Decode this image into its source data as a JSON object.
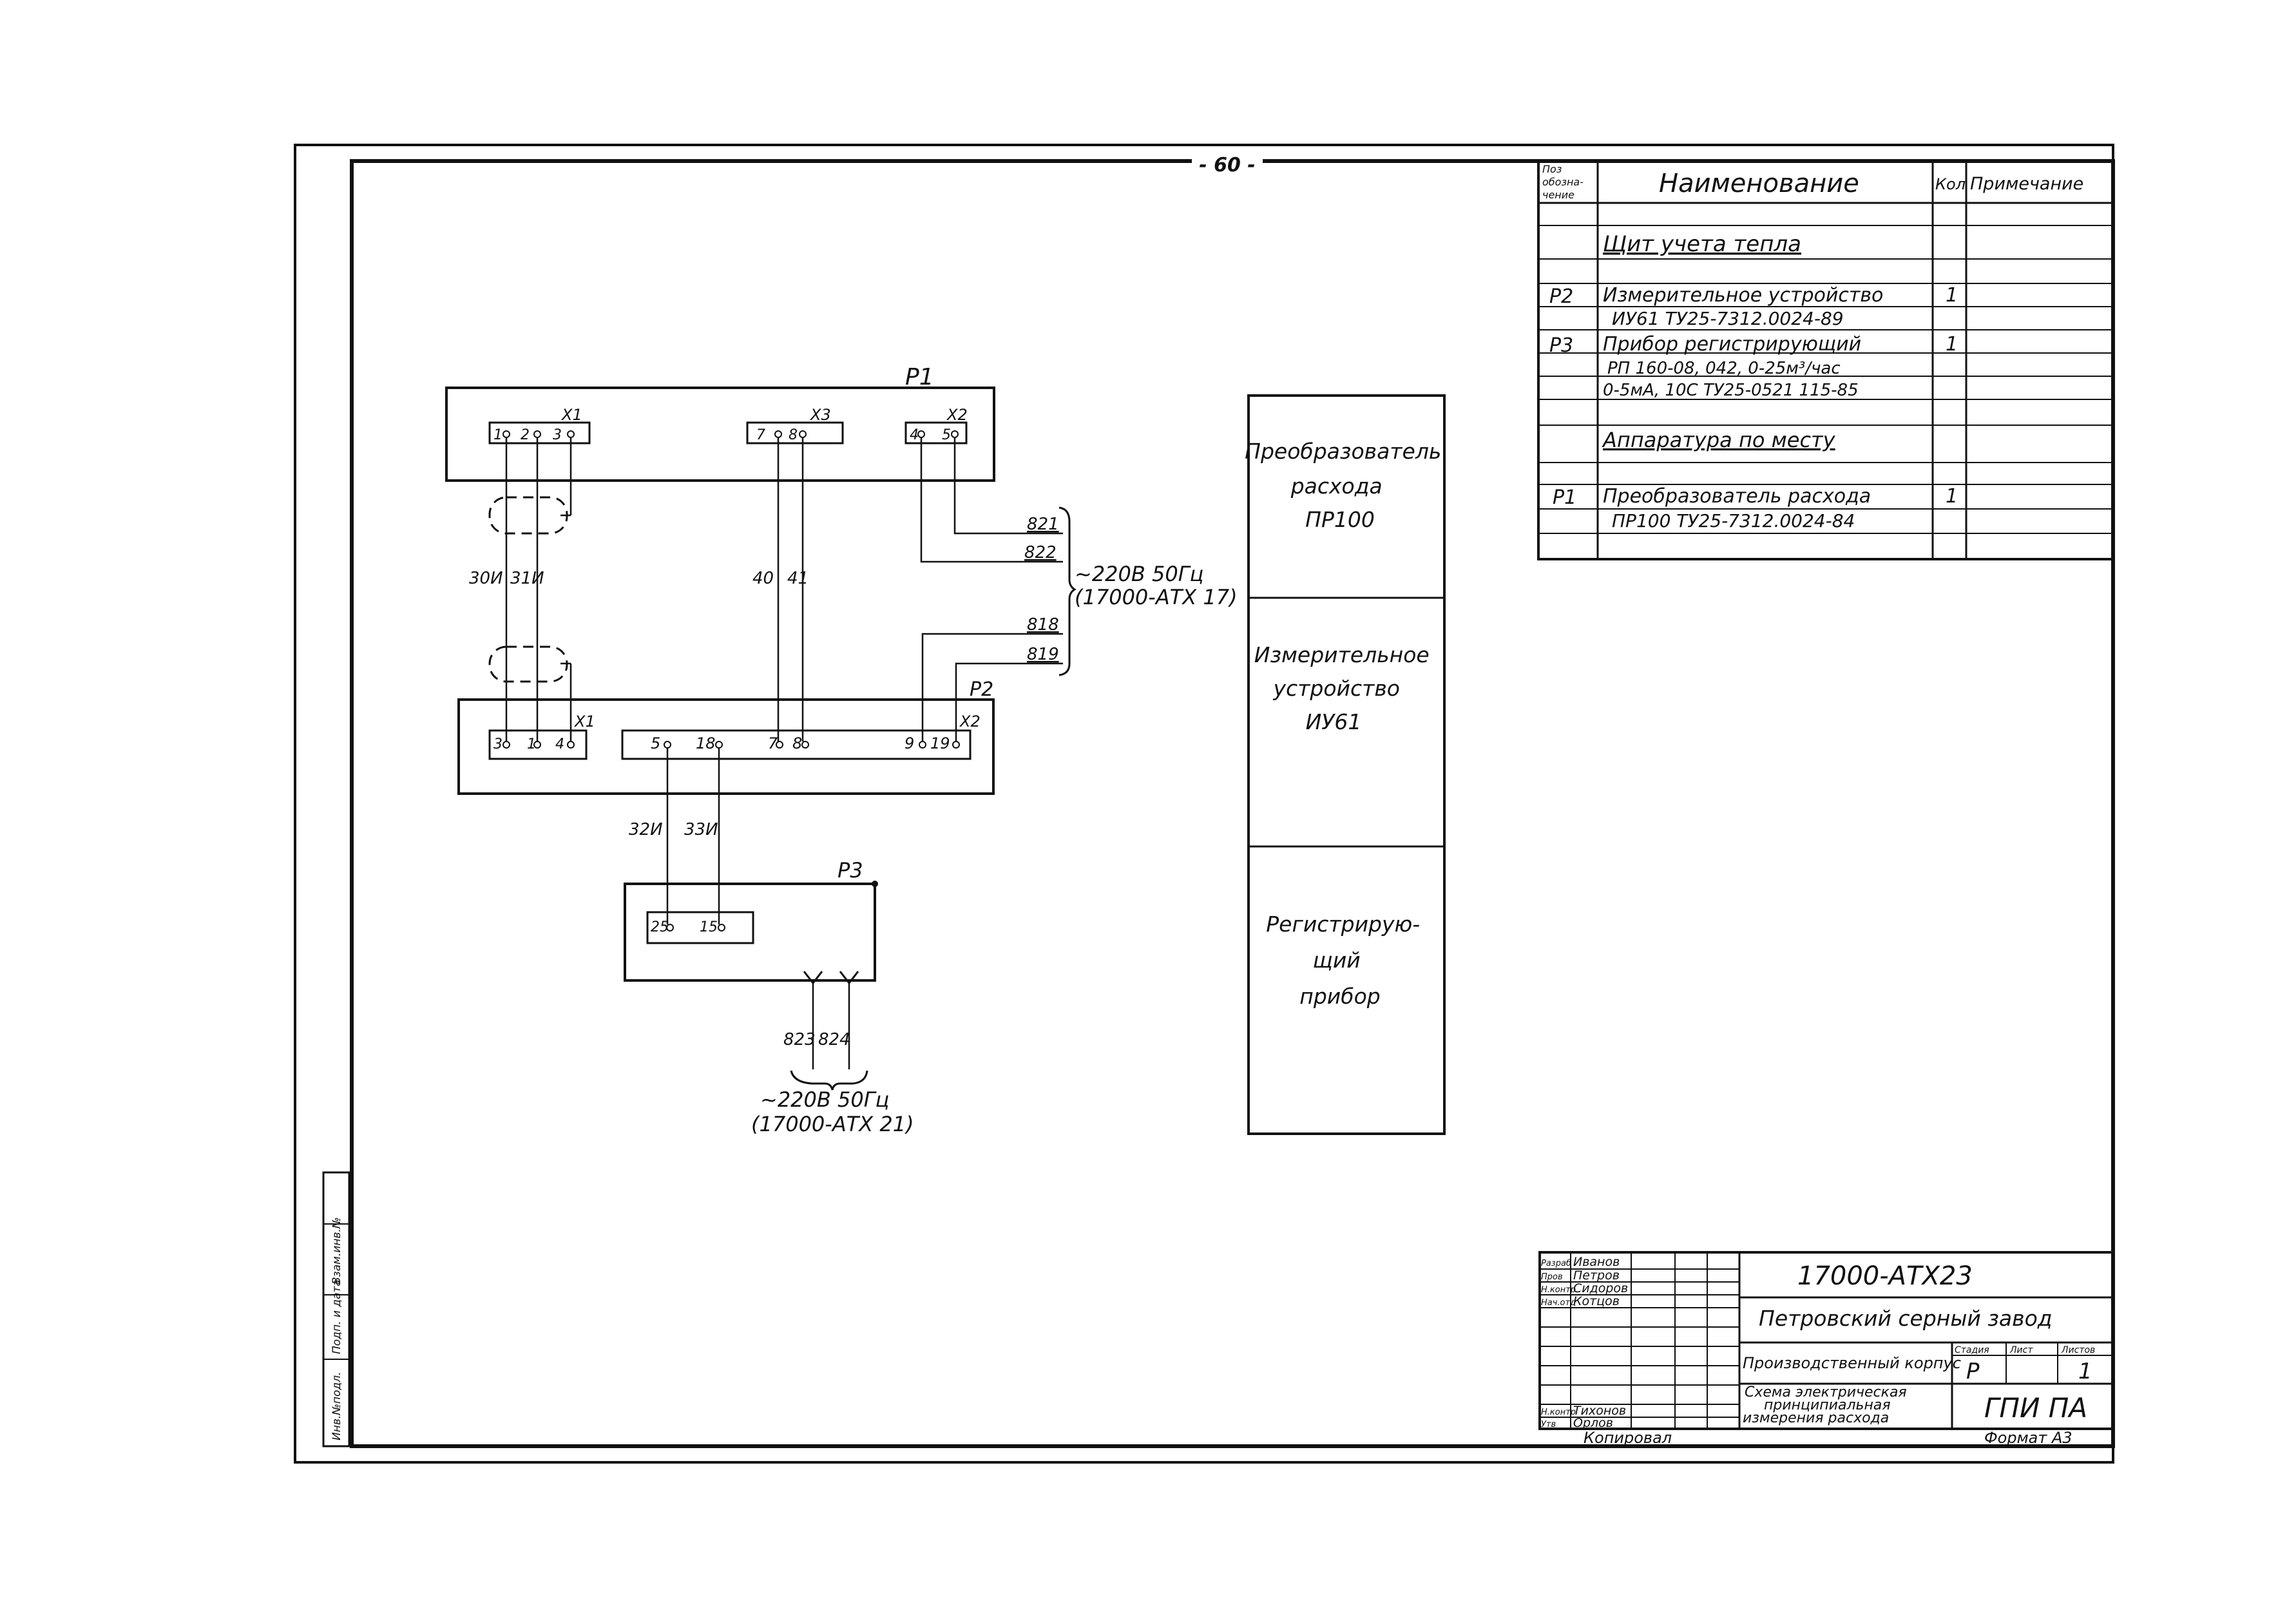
{
  "page_number": "- 60 -",
  "spec_table": {
    "headers": {
      "pos": [
        "Поз",
        "обозна-",
        "чение"
      ],
      "name": "Наименование",
      "qty": "Кол",
      "note": "Примечание"
    },
    "rows": [
      {
        "pos": "",
        "name": "Щит   учета   тепла",
        "qty": "",
        "underline": true
      },
      {
        "pos": "P2",
        "name": "Измерительное  устройство",
        "qty": "1"
      },
      {
        "pos": "",
        "name": "ИУ61  ТУ25-7312.0024-89",
        "qty": ""
      },
      {
        "pos": "P3",
        "name": "Прибор  регистрирующий",
        "qty": "1"
      },
      {
        "pos": "",
        "name": "РП 160-08, 042, 0-25м³/час",
        "qty": ""
      },
      {
        "pos": "",
        "name": "0-5мА, 10С  ТУ25-0521 115-85",
        "qty": ""
      },
      {
        "pos": "",
        "name": "Аппаратура  по  месту",
        "qty": "",
        "underline": true
      },
      {
        "pos": "P1",
        "name": "Преобразователь  расхода",
        "qty": "1"
      },
      {
        "pos": "",
        "name": "ПР100  ТУ25-7312.0024-84",
        "qty": ""
      }
    ]
  },
  "devices": {
    "p1": {
      "label": "P1",
      "x1": {
        "label": "X1",
        "pins": [
          "1",
          "2",
          "3"
        ]
      },
      "x3": {
        "label": "X3",
        "pins": [
          "7",
          "8"
        ]
      },
      "x2": {
        "label": "X2",
        "pins": [
          "4",
          "5"
        ]
      }
    },
    "p2": {
      "label": "P2",
      "x1": {
        "label": "X1",
        "pins": [
          "3",
          "1",
          "4"
        ]
      },
      "x2": {
        "label": "X2",
        "pins": [
          "5",
          "18",
          "7",
          "8",
          "9",
          "19"
        ]
      }
    },
    "p3": {
      "label": "P3",
      "pins": [
        "25",
        "15"
      ]
    }
  },
  "wires": {
    "w30": "30И",
    "w31": "31И",
    "w40": "40",
    "w41": "41",
    "w821": "821",
    "w822": "822",
    "w818": "818",
    "w819": "819",
    "w32": "32И",
    "w33": "33И",
    "w823": "823",
    "w824": "824"
  },
  "supply_1": {
    "voltage": "~220В  50Гц",
    "ref": "(17000-АТХ 17)"
  },
  "supply_2": {
    "voltage": "~220В  50Гц",
    "ref": "(17000-АТХ 21)"
  },
  "function_blocks": [
    [
      "Преобразователь",
      "расхода",
      "ПР100"
    ],
    [
      "Измерительное",
      "устройство",
      "ИУ61"
    ],
    [
      "Регистрирую-",
      "щий",
      "прибор"
    ]
  ],
  "title_block": {
    "doc_code": "17000-АТХ23",
    "plant": "Петровский  серный  завод",
    "building": "Производственный  корпус",
    "title": [
      "Схема  электрическая",
      "принципиальная",
      "измерения  расхода"
    ],
    "stage_header": "Стадия",
    "sheet_header": "Лист",
    "sheets_header": "Листов",
    "stage": "Р",
    "sheet": "1",
    "org": "ГПИ  ПА",
    "signatures": [
      {
        "role": "Разраб",
        "name": "Иванов"
      },
      {
        "role": "Пров",
        "name": "Петров"
      },
      {
        "role": "Н.контр",
        "name": "Сидоров"
      },
      {
        "role": "Нач.отд",
        "name": "Котцов"
      },
      {
        "role": "Н.контр",
        "name": "Тихонов"
      },
      {
        "role": "Утв",
        "name": "Орлов"
      }
    ],
    "copied": "Копировал",
    "format": "Формат А3"
  },
  "side_stamp": [
    "Инв.№подл.",
    "Подп. и дата",
    "Взам.инв.№"
  ]
}
